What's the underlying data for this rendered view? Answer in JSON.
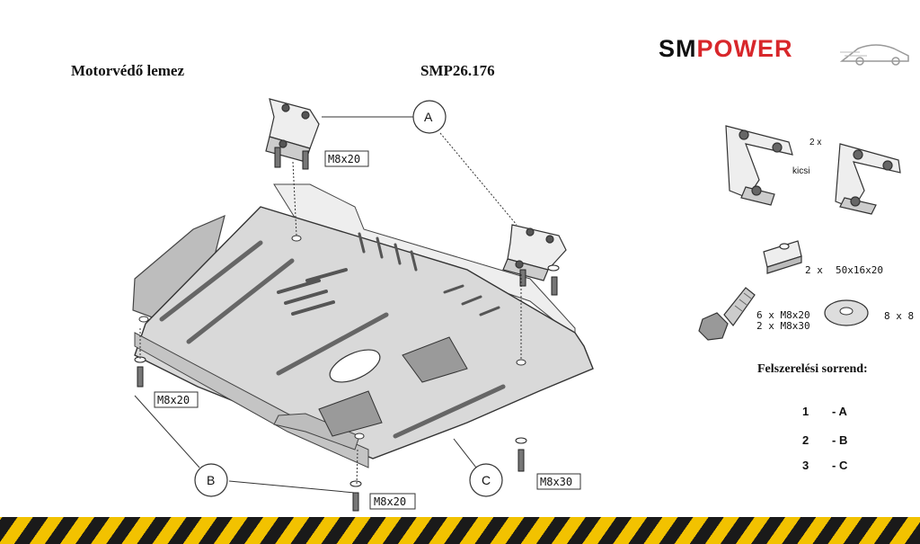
{
  "header": {
    "product_name": "Motorvédő lemez",
    "part_number": "SMP26.176",
    "logo_left": "SM",
    "logo_right": "POWER"
  },
  "callouts": {
    "a": "A",
    "b": "B",
    "c": "C",
    "bolt_a": "M8x20",
    "bolt_b_left": "M8x20",
    "bolt_b_bottom": "M8x20",
    "bolt_c": "M8x30"
  },
  "parts": {
    "brackets_qty": "2 x",
    "brackets_note": "kicsi",
    "plate_qty": "2  x",
    "plate_size": "50x16x20",
    "bolts_line1": "6  x   M8x20",
    "bolts_line2": "2  x   M8x30",
    "washers": "8  x  8"
  },
  "sequence": {
    "heading": "Felszerelési sorrend:",
    "steps": [
      {
        "num": "1",
        "label": "- A"
      },
      {
        "num": "2",
        "label": "- B"
      },
      {
        "num": "3",
        "label": "- C"
      }
    ]
  },
  "colors": {
    "brand_red": "#d8272b",
    "hazard_yellow": "#f2c200",
    "hazard_black": "#1a1a1a",
    "plate_gray": "#d9d9d9"
  }
}
